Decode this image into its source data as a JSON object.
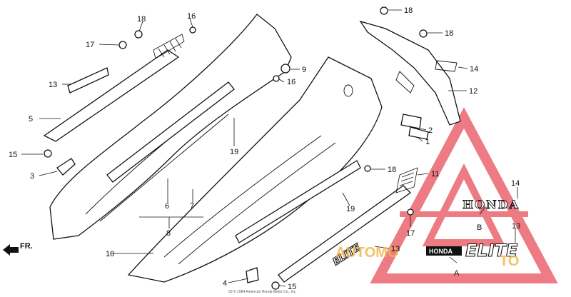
{
  "diagram": {
    "callouts": [
      "1",
      "2",
      "3",
      "4",
      "5",
      "6",
      "7",
      "8",
      "9",
      "10",
      "11",
      "12",
      "13",
      "14",
      "15",
      "16",
      "17",
      "18",
      "19"
    ],
    "emblems": {
      "honda": "HONDA",
      "honda_small": "HONDA",
      "elite": "ELITE",
      "elite_small": "ELITE"
    },
    "sub_labels": {
      "a": "A",
      "b": "B"
    },
    "direction": "FR.",
    "watermark": {
      "text_left": "AUTOMO",
      "text_right": "TO",
      "color": "#e8505b"
    },
    "fine_print": "00 © 1984 American Honda Motor Co., Inc."
  },
  "labels": [
    {
      "key": "18a",
      "text": "18"
    },
    {
      "key": "16a",
      "text": "16"
    },
    {
      "key": "17a",
      "text": "17"
    },
    {
      "key": "18b",
      "text": "18"
    },
    {
      "key": "18c",
      "text": "18"
    },
    {
      "key": "9",
      "text": "9"
    },
    {
      "key": "13a",
      "text": "13"
    },
    {
      "key": "16b",
      "text": "16"
    },
    {
      "key": "14a",
      "text": "14"
    },
    {
      "key": "12",
      "text": "12"
    },
    {
      "key": "5",
      "text": "5"
    },
    {
      "key": "2",
      "text": "2"
    },
    {
      "key": "1",
      "text": "1"
    },
    {
      "key": "15a",
      "text": "15"
    },
    {
      "key": "19a",
      "text": "19"
    },
    {
      "key": "3",
      "text": "3"
    },
    {
      "key": "18d",
      "text": "18"
    },
    {
      "key": "11",
      "text": "11"
    },
    {
      "key": "14b",
      "text": "14"
    },
    {
      "key": "6",
      "text": "6"
    },
    {
      "key": "7",
      "text": "7"
    },
    {
      "key": "19b",
      "text": "19"
    },
    {
      "key": "8",
      "text": "8"
    },
    {
      "key": "13b",
      "text": "13"
    },
    {
      "key": "17b",
      "text": "17"
    },
    {
      "key": "13c",
      "text": "13"
    },
    {
      "key": "10",
      "text": "10"
    },
    {
      "key": "4",
      "text": "4"
    },
    {
      "key": "15b",
      "text": "15"
    }
  ]
}
